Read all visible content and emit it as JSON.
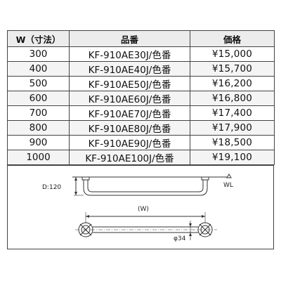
{
  "table": {
    "headers": [
      "W（寸法）",
      "品番",
      "価格"
    ],
    "rows": [
      {
        "width": "300",
        "part": "KF-910AE30J/色番",
        "price": "¥15,000"
      },
      {
        "width": "400",
        "part": "KF-910AE40J/色番",
        "price": "¥15,700"
      },
      {
        "width": "500",
        "part": "KF-910AE50J/色番",
        "price": "¥16,200"
      },
      {
        "width": "600",
        "part": "KF-910AE60J/色番",
        "price": "¥16,800"
      },
      {
        "width": "700",
        "part": "KF-910AE70J/色番",
        "price": "¥17,400"
      },
      {
        "width": "800",
        "part": "KF-910AE80J/色番",
        "price": "¥17,900"
      },
      {
        "width": "900",
        "part": "KF-910AE90J/色番",
        "price": "¥18,500"
      },
      {
        "width": "1000",
        "part": "KF-910AE100J/色番",
        "price": "¥19,100"
      }
    ]
  },
  "drawing": {
    "depth_label": "D:120",
    "wall_label": "WL",
    "width_label": "(W)",
    "diameter_label": "φ34"
  }
}
